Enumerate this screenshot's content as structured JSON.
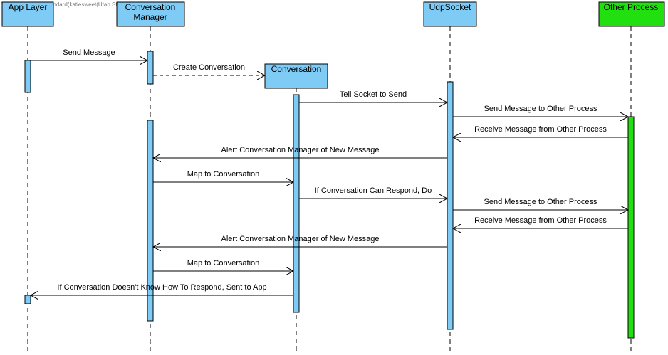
{
  "watermark": "Visual Paradigm Standard(katiesweet(Utah State University))",
  "colors": {
    "participant_fill": "#7ecbf5",
    "other_process_fill": "#22e010",
    "activation_fill": "#7ecbf5",
    "other_activation_fill": "#22e010",
    "stroke": "#000000"
  },
  "participants": [
    {
      "id": "app",
      "lines": [
        "App Layer"
      ]
    },
    {
      "id": "cm",
      "lines": [
        "Conversation",
        "Manager"
      ]
    },
    {
      "id": "conv",
      "lines": [
        "Conversation"
      ]
    },
    {
      "id": "udp",
      "lines": [
        "UdpSocket"
      ]
    },
    {
      "id": "other",
      "lines": [
        "Other Process"
      ]
    }
  ],
  "messages": [
    {
      "from": "app",
      "to": "cm",
      "label": "Send Message",
      "style": "sync"
    },
    {
      "from": "cm",
      "to": "conv",
      "label": "Create Conversation",
      "style": "create"
    },
    {
      "from": "conv",
      "to": "udp",
      "label": "Tell Socket to Send",
      "style": "sync"
    },
    {
      "from": "udp",
      "to": "other",
      "label": "Send Message to Other Process",
      "style": "sync"
    },
    {
      "from": "other",
      "to": "udp",
      "label": "Receive Message from Other Process",
      "style": "sync"
    },
    {
      "from": "udp",
      "to": "cm",
      "label": "Alert Conversation Manager of New Message",
      "style": "sync"
    },
    {
      "from": "cm",
      "to": "conv",
      "label": "Map to Conversation",
      "style": "sync"
    },
    {
      "from": "conv",
      "to": "udp",
      "label": "If Conversation Can Respond, Do",
      "style": "sync"
    },
    {
      "from": "udp",
      "to": "other",
      "label": "Send Message to Other Process",
      "style": "sync"
    },
    {
      "from": "other",
      "to": "udp",
      "label": "Receive Message from Other Process",
      "style": "sync"
    },
    {
      "from": "udp",
      "to": "cm",
      "label": "Alert Conversation Manager of New Message",
      "style": "sync"
    },
    {
      "from": "cm",
      "to": "conv",
      "label": "Map to Conversation",
      "style": "sync"
    },
    {
      "from": "conv",
      "to": "app",
      "label": "If Conversation Doesn't Know How To Respond, Sent to App",
      "style": "sync"
    }
  ]
}
